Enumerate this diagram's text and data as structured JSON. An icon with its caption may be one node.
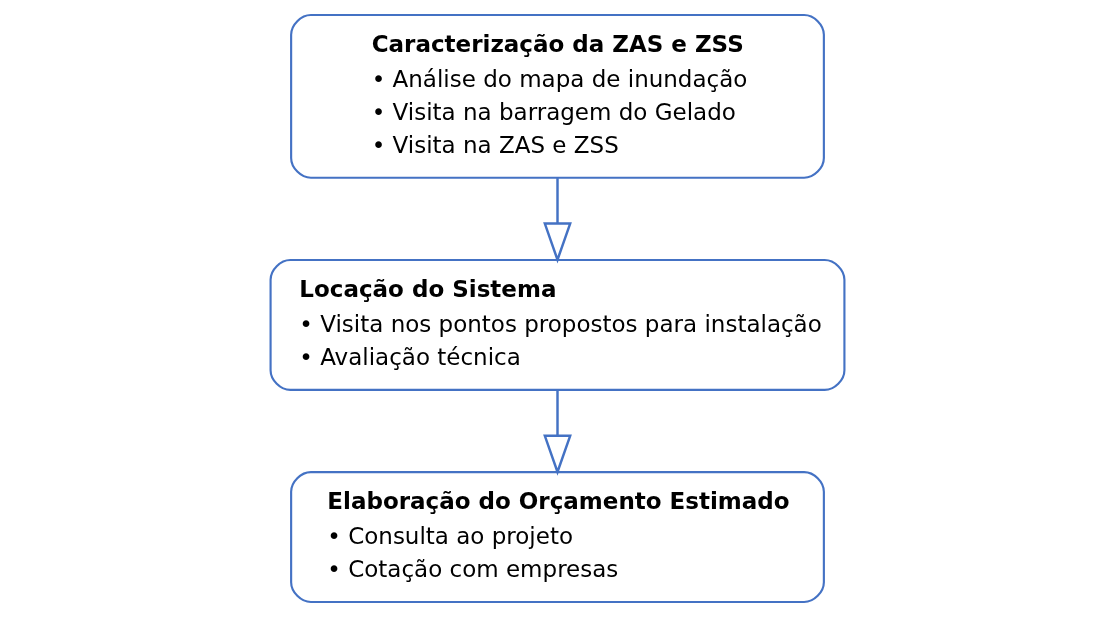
{
  "diagram": {
    "nodes": [
      {
        "text": [
          "Caracterização da ZAS e ZSS",
          "• Análise do mapa de inundação",
          "• Visita na barragem do Gelado",
          "• Visita na ZAS e ZSS"
        ]
      },
      {
        "text": [
          "Locação do Sistema",
          "• Visita nos pontos propostos para instalação",
          "• Avaliação técnica"
        ]
      },
      {
        "text": [
          "Elaboração do Orçamento Estimado",
          "• Consulta ao projeto",
          "• Cotação com empresas"
        ]
      }
    ],
    "edges": [
      {
        "from": 0,
        "to": 1,
        "arrow": "to"
      },
      {
        "from": 1,
        "to": 2,
        "arrow": "to"
      }
    ]
  }
}
